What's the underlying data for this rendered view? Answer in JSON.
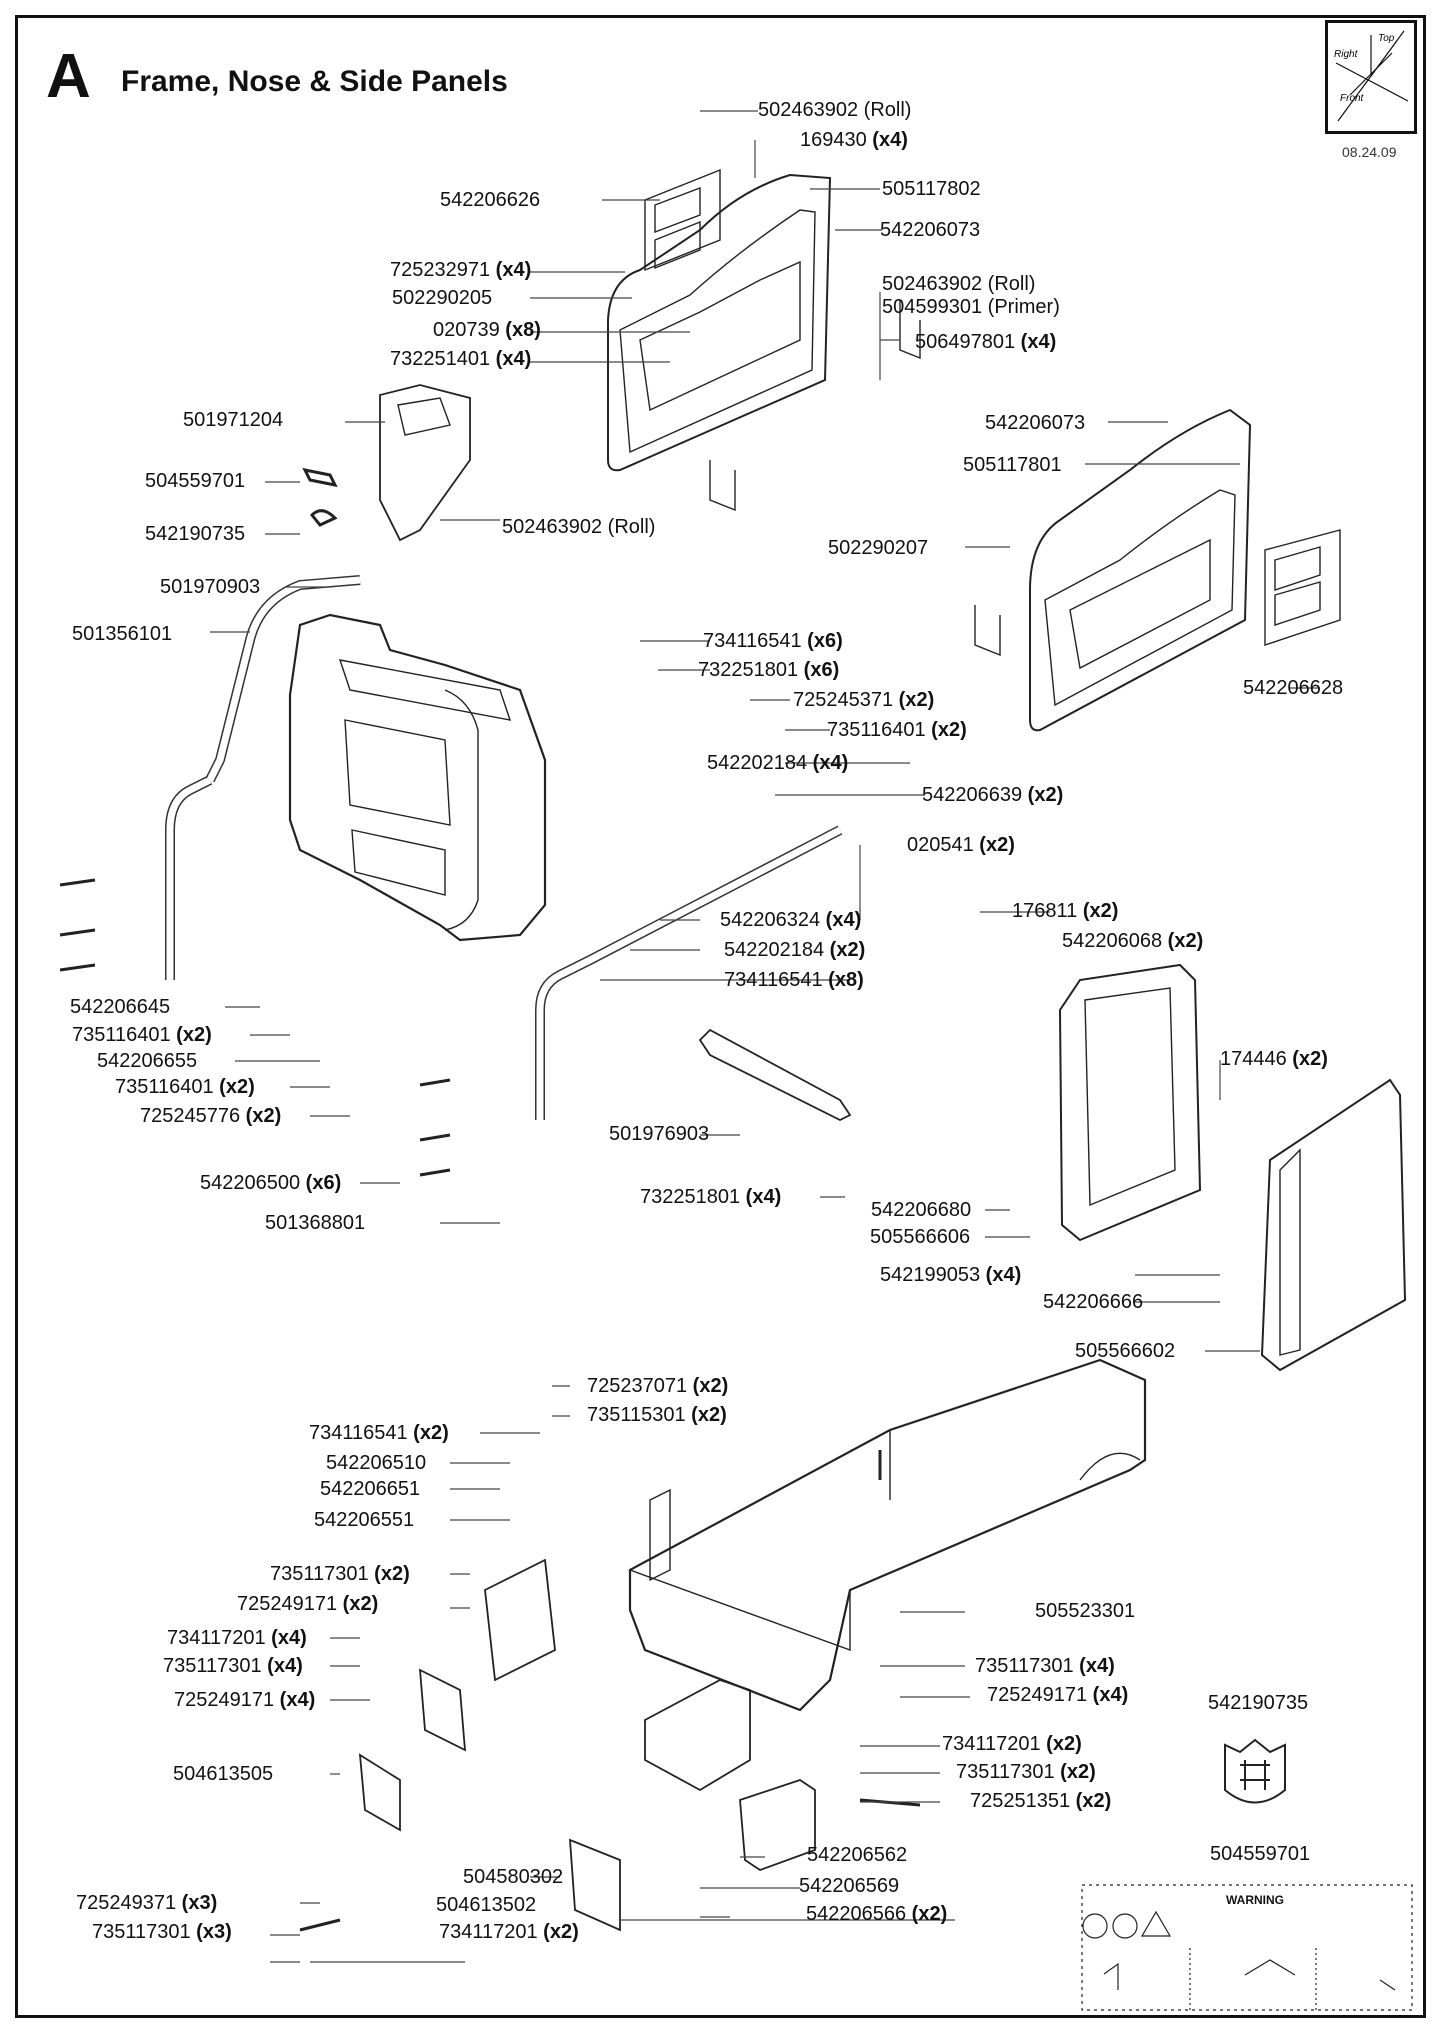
{
  "header": {
    "letter": "A",
    "title": "Frame, Nose & Side Panels",
    "date": "08.24.09"
  },
  "orientation": {
    "top": "Top",
    "right": "Right",
    "front": "Front"
  },
  "warning": {
    "label": "WARNING"
  },
  "callouts": [
    {
      "id": "c1",
      "part": "502463902",
      "note": "(Roll)",
      "qty": ""
    },
    {
      "id": "c2",
      "part": "169430",
      "note": "",
      "qty": "(x4)"
    },
    {
      "id": "c3",
      "part": "505117802",
      "note": "",
      "qty": ""
    },
    {
      "id": "c4",
      "part": "542206626",
      "note": "",
      "qty": ""
    },
    {
      "id": "c5",
      "part": "542206073",
      "note": "",
      "qty": ""
    },
    {
      "id": "c6",
      "part": "725232971",
      "note": "",
      "qty": "(x4)"
    },
    {
      "id": "c7",
      "part": "502290205",
      "note": "",
      "qty": ""
    },
    {
      "id": "c8",
      "part": "502463902",
      "note": "(Roll)",
      "qty": ""
    },
    {
      "id": "c9",
      "part": "504599301",
      "note": "(Primer)",
      "qty": ""
    },
    {
      "id": "c10",
      "part": "020739",
      "note": "",
      "qty": "(x8)"
    },
    {
      "id": "c11",
      "part": "506497801",
      "note": "",
      "qty": "(x4)"
    },
    {
      "id": "c12",
      "part": "732251401",
      "note": "",
      "qty": "(x4)"
    },
    {
      "id": "c13",
      "part": "501971204",
      "note": "",
      "qty": ""
    },
    {
      "id": "c14",
      "part": "542206073",
      "note": "",
      "qty": ""
    },
    {
      "id": "c15",
      "part": "505117801",
      "note": "",
      "qty": ""
    },
    {
      "id": "c16",
      "part": "504559701",
      "note": "",
      "qty": ""
    },
    {
      "id": "c17",
      "part": "502463902",
      "note": "(Roll)",
      "qty": ""
    },
    {
      "id": "c18",
      "part": "542190735",
      "note": "",
      "qty": ""
    },
    {
      "id": "c19",
      "part": "502290207",
      "note": "",
      "qty": ""
    },
    {
      "id": "c20",
      "part": "501970903",
      "note": "",
      "qty": ""
    },
    {
      "id": "c21",
      "part": "501356101",
      "note": "",
      "qty": ""
    },
    {
      "id": "c22",
      "part": "734116541",
      "note": "",
      "qty": "(x6)"
    },
    {
      "id": "c23",
      "part": "732251801",
      "note": "",
      "qty": "(x6)"
    },
    {
      "id": "c24",
      "part": "542206628",
      "note": "",
      "qty": ""
    },
    {
      "id": "c25",
      "part": "725245371",
      "note": "",
      "qty": "(x2)"
    },
    {
      "id": "c26",
      "part": "735116401",
      "note": "",
      "qty": "(x2)"
    },
    {
      "id": "c27",
      "part": "542202184",
      "note": "",
      "qty": "(x4)"
    },
    {
      "id": "c28",
      "part": "542206639",
      "note": "",
      "qty": "(x2)"
    },
    {
      "id": "c29",
      "part": "020541",
      "note": "",
      "qty": "(x2)"
    },
    {
      "id": "c30",
      "part": "176811",
      "note": "",
      "qty": "(x2)"
    },
    {
      "id": "c31",
      "part": "542206324",
      "note": "",
      "qty": "(x4)"
    },
    {
      "id": "c32",
      "part": "542206068",
      "note": "",
      "qty": "(x2)"
    },
    {
      "id": "c33",
      "part": "542202184",
      "note": "",
      "qty": "(x2)"
    },
    {
      "id": "c34",
      "part": "734116541",
      "note": "",
      "qty": "(x8)"
    },
    {
      "id": "c35",
      "part": "542206645",
      "note": "",
      "qty": ""
    },
    {
      "id": "c36",
      "part": "735116401",
      "note": "",
      "qty": "(x2)"
    },
    {
      "id": "c37",
      "part": "542206655",
      "note": "",
      "qty": ""
    },
    {
      "id": "c38",
      "part": "735116401",
      "note": "",
      "qty": "(x2)"
    },
    {
      "id": "c39",
      "part": "174446",
      "note": "",
      "qty": "(x2)"
    },
    {
      "id": "c40",
      "part": "725245776",
      "note": "",
      "qty": "(x2)"
    },
    {
      "id": "c41",
      "part": "501976903",
      "note": "",
      "qty": ""
    },
    {
      "id": "c42",
      "part": "542206500",
      "note": "",
      "qty": "(x6)"
    },
    {
      "id": "c43",
      "part": "732251801",
      "note": "",
      "qty": "(x4)"
    },
    {
      "id": "c44",
      "part": "542206680",
      "note": "",
      "qty": ""
    },
    {
      "id": "c45",
      "part": "501368801",
      "note": "",
      "qty": ""
    },
    {
      "id": "c46",
      "part": "505566606",
      "note": "",
      "qty": ""
    },
    {
      "id": "c47",
      "part": "542199053",
      "note": "",
      "qty": "(x4)"
    },
    {
      "id": "c48",
      "part": "542206666",
      "note": "",
      "qty": ""
    },
    {
      "id": "c49",
      "part": "505566602",
      "note": "",
      "qty": ""
    },
    {
      "id": "c50",
      "part": "725237071",
      "note": "",
      "qty": "(x2)"
    },
    {
      "id": "c51",
      "part": "734116541",
      "note": "",
      "qty": "(x2)"
    },
    {
      "id": "c52",
      "part": "735115301",
      "note": "",
      "qty": "(x2)"
    },
    {
      "id": "c53",
      "part": "542206510",
      "note": "",
      "qty": ""
    },
    {
      "id": "c54",
      "part": "542206651",
      "note": "",
      "qty": ""
    },
    {
      "id": "c55",
      "part": "542206551",
      "note": "",
      "qty": ""
    },
    {
      "id": "c56",
      "part": "735117301",
      "note": "",
      "qty": "(x2)"
    },
    {
      "id": "c57",
      "part": "505523301",
      "note": "",
      "qty": ""
    },
    {
      "id": "c58",
      "part": "725249171",
      "note": "",
      "qty": "(x2)"
    },
    {
      "id": "c59",
      "part": "734117201",
      "note": "",
      "qty": "(x4)"
    },
    {
      "id": "c60",
      "part": "735117301",
      "note": "",
      "qty": "(x4)"
    },
    {
      "id": "c61",
      "part": "735117301",
      "note": "",
      "qty": "(x4)"
    },
    {
      "id": "c62",
      "part": "725249171",
      "note": "",
      "qty": "(x4)"
    },
    {
      "id": "c63",
      "part": "725249171",
      "note": "",
      "qty": "(x4)"
    },
    {
      "id": "c64",
      "part": "542190735",
      "note": "",
      "qty": ""
    },
    {
      "id": "c65",
      "part": "734117201",
      "note": "",
      "qty": "(x2)"
    },
    {
      "id": "c66",
      "part": "504613505",
      "note": "",
      "qty": ""
    },
    {
      "id": "c67",
      "part": "735117301",
      "note": "",
      "qty": "(x2)"
    },
    {
      "id": "c68",
      "part": "725251351",
      "note": "",
      "qty": "(x2)"
    },
    {
      "id": "c69",
      "part": "542206562",
      "note": "",
      "qty": ""
    },
    {
      "id": "c70",
      "part": "504559701",
      "note": "",
      "qty": ""
    },
    {
      "id": "c71",
      "part": "504580302",
      "note": "",
      "qty": ""
    },
    {
      "id": "c72",
      "part": "542206569",
      "note": "",
      "qty": ""
    },
    {
      "id": "c73",
      "part": "504613502",
      "note": "",
      "qty": ""
    },
    {
      "id": "c74",
      "part": "725249371",
      "note": "",
      "qty": "(x3)"
    },
    {
      "id": "c75",
      "part": "542206566",
      "note": "",
      "qty": "(x2)"
    },
    {
      "id": "c76",
      "part": "735117301",
      "note": "",
      "qty": "(x3)"
    },
    {
      "id": "c77",
      "part": "734117201",
      "note": "",
      "qty": "(x2)"
    }
  ]
}
